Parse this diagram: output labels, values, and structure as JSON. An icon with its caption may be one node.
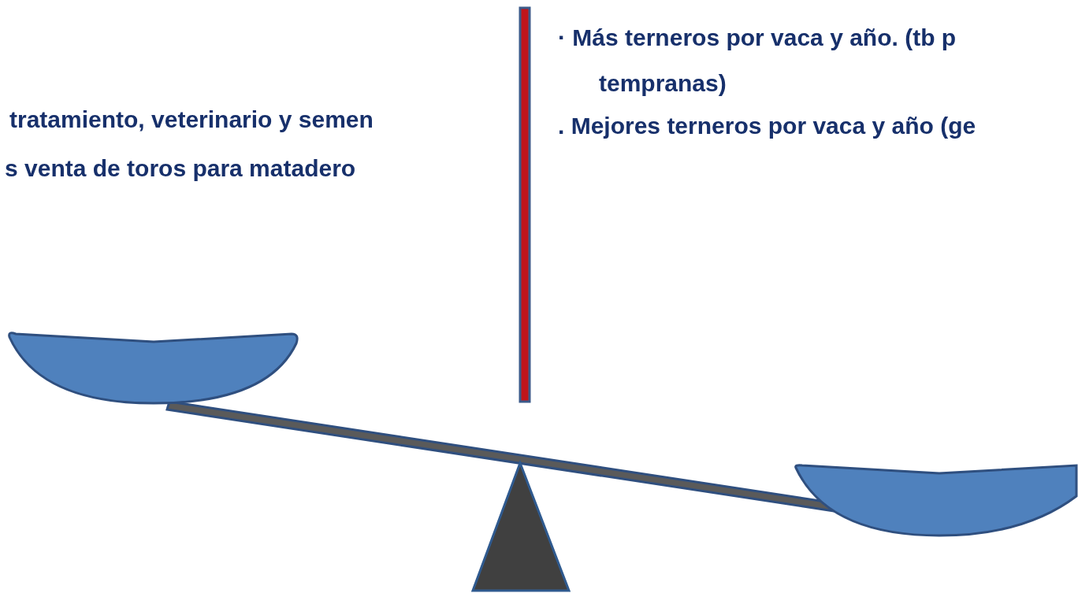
{
  "diagram": {
    "labels": [
      "tratamiento, veterinario y semen",
      "s venta de toros para matadero",
      "· Más terneros por vaca y año. (tb p",
      "tempranas)",
      ". Mejores terneros por vaca y año (ge"
    ]
  }
}
